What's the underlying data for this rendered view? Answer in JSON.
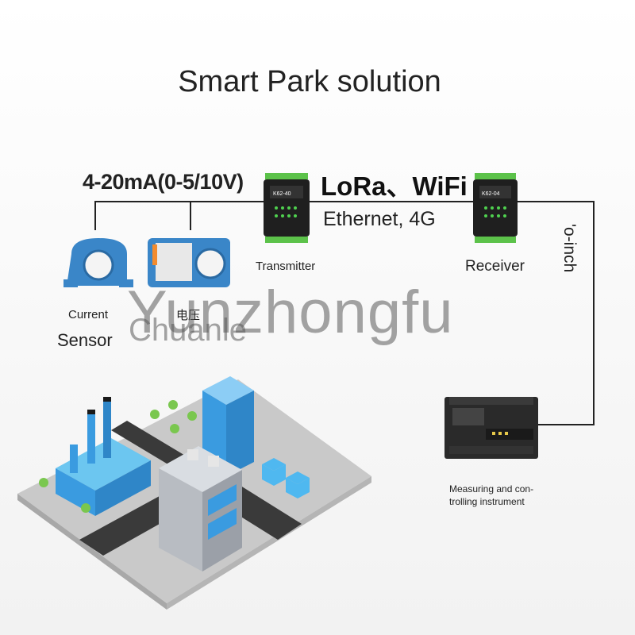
{
  "title": "Smart Park solution",
  "signal_label": "4-20mA(0-5/10V)",
  "protocol_label": "LoRa、WiFi",
  "network_label": "Ethernet, 4G",
  "transmitter_label": "Transmitter",
  "receiver_label": "Receiver",
  "current_label": "Current",
  "sensor_label": "Sensor",
  "voltage_label": "电压",
  "distance_label": "'o-inch",
  "instrument_label": "Measuring and con-\ntrolling instrument",
  "device_model_tx": "K62-40",
  "device_model_rx": "K62-04",
  "watermark": "Yunzhongfu",
  "watermark2": "Chuanle",
  "colors": {
    "sensor_blue": "#3a86c8",
    "terminal_green": "#5cc24a",
    "device_dark": "#1f1f1f",
    "building_blue": "#3a9be0"
  }
}
